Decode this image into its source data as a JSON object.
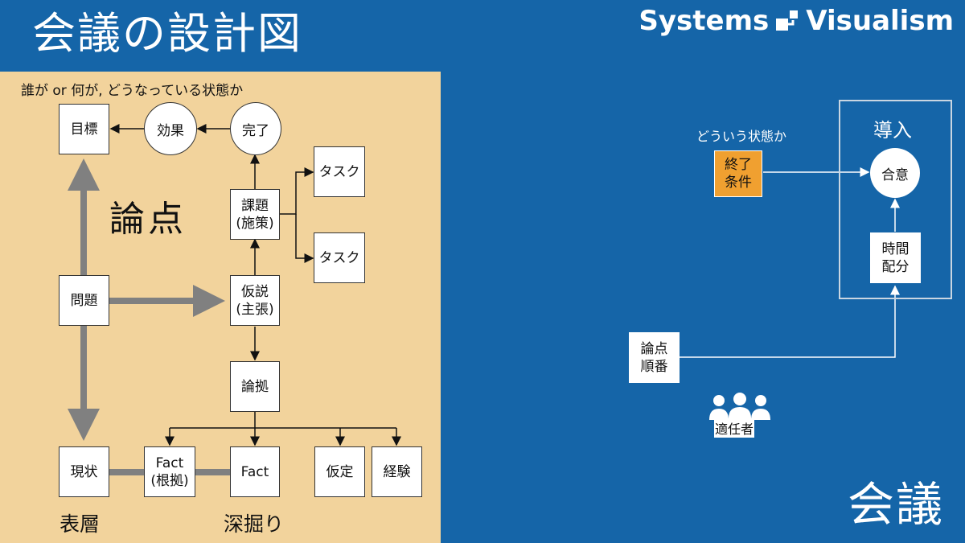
{
  "header": {
    "title": "会議の設計図",
    "brand_left": "Systems",
    "brand_right": "Visualism"
  },
  "left": {
    "subtitle": "誰が or 何が, どうなっている状態か",
    "ronten": "論点",
    "nodes": {
      "goal": "目標",
      "effect": "効果",
      "complete": "完了",
      "task1": "タスク",
      "task2": "タスク",
      "issue_line1": "課題",
      "issue_line2": "(施策)",
      "problem": "問題",
      "hypothesis_line1": "仮説",
      "hypothesis_line2": "(主張)",
      "basis": "論拠",
      "current": "現状",
      "fact1_line1": "Fact",
      "fact1_line2": "(根拠)",
      "fact2": "Fact",
      "assumption": "仮定",
      "experience": "経験"
    },
    "surface_label": "表層",
    "deep_label": "深掘り"
  },
  "right": {
    "state_label": "どういう状態か",
    "end_condition_line1": "終了",
    "end_condition_line2": "条件",
    "intro_label": "導入",
    "agreement": "合意",
    "time_line1": "時間",
    "time_line2": "配分",
    "order_line1": "論点",
    "order_line2": "順番",
    "people_label": "適任者",
    "meeting_label": "会議"
  },
  "colors": {
    "background": "#1565a8",
    "panel": "#f2d39c",
    "highlight": "#f0a030",
    "thick_arrow": "#808080"
  }
}
